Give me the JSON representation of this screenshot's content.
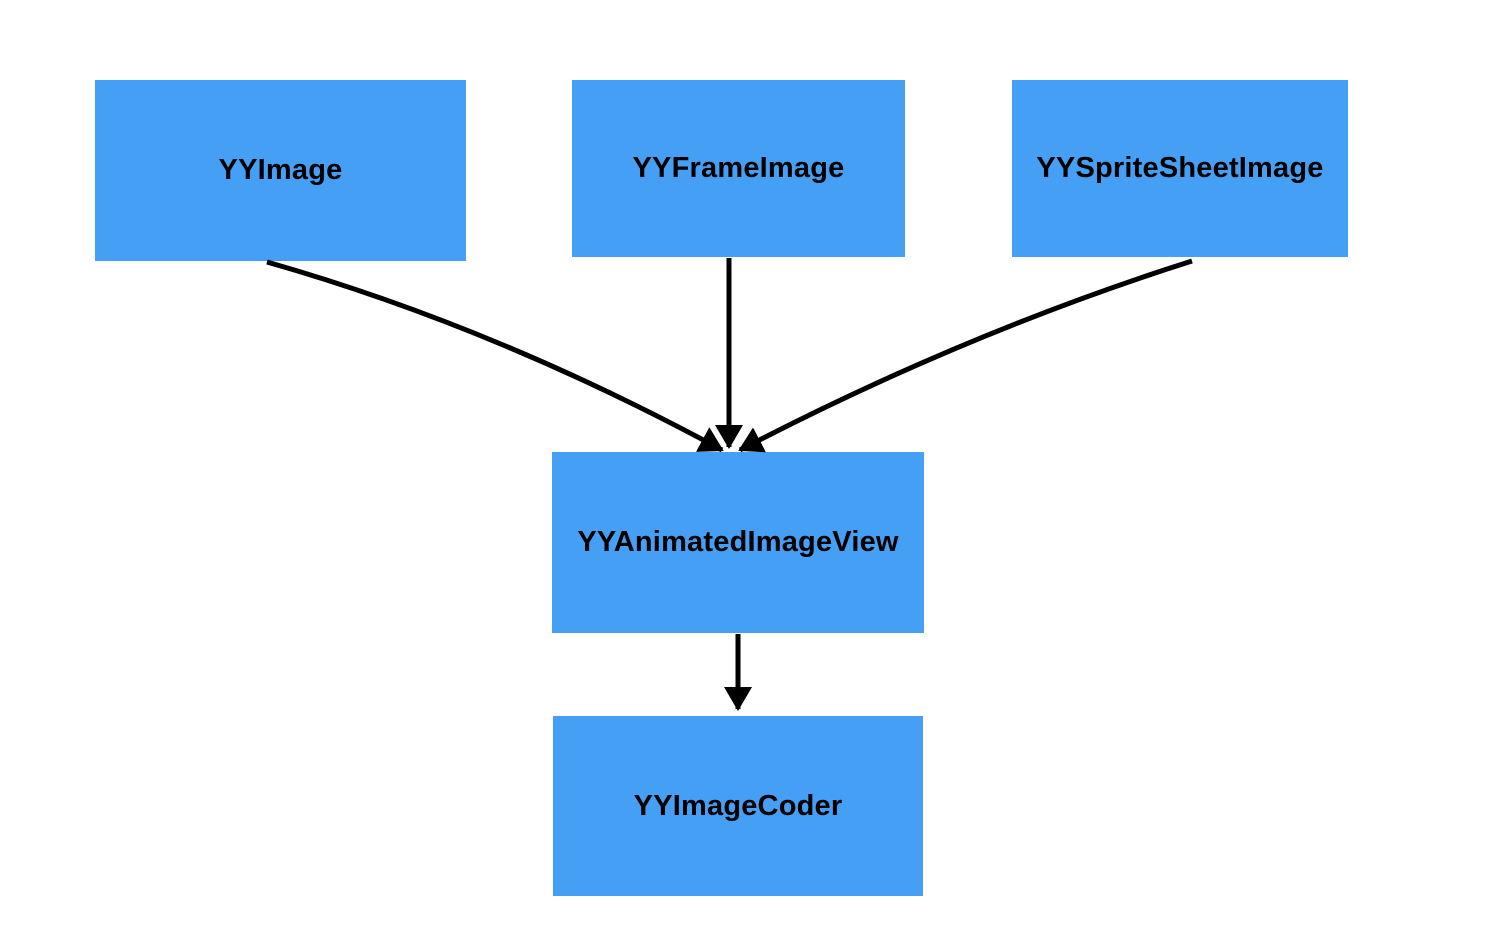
{
  "diagram": {
    "nodes": [
      {
        "id": "YYImage",
        "label": "YYImage"
      },
      {
        "id": "YYFrameImage",
        "label": "YYFrameImage"
      },
      {
        "id": "YYSpriteSheetImage",
        "label": "YYSpriteSheetImage"
      },
      {
        "id": "YYAnimatedImageView",
        "label": "YYAnimatedImageView"
      },
      {
        "id": "YYImageCoder",
        "label": "YYImageCoder"
      }
    ],
    "edges": [
      {
        "from": "YYImage",
        "to": "YYAnimatedImageView"
      },
      {
        "from": "YYFrameImage",
        "to": "YYAnimatedImageView"
      },
      {
        "from": "YYSpriteSheetImage",
        "to": "YYAnimatedImageView"
      },
      {
        "from": "YYAnimatedImageView",
        "to": "YYImageCoder"
      }
    ]
  },
  "colors": {
    "background": "#ffffff",
    "node_fill": "#459ff4",
    "node_text": "#000000",
    "arrow": "#000000"
  }
}
